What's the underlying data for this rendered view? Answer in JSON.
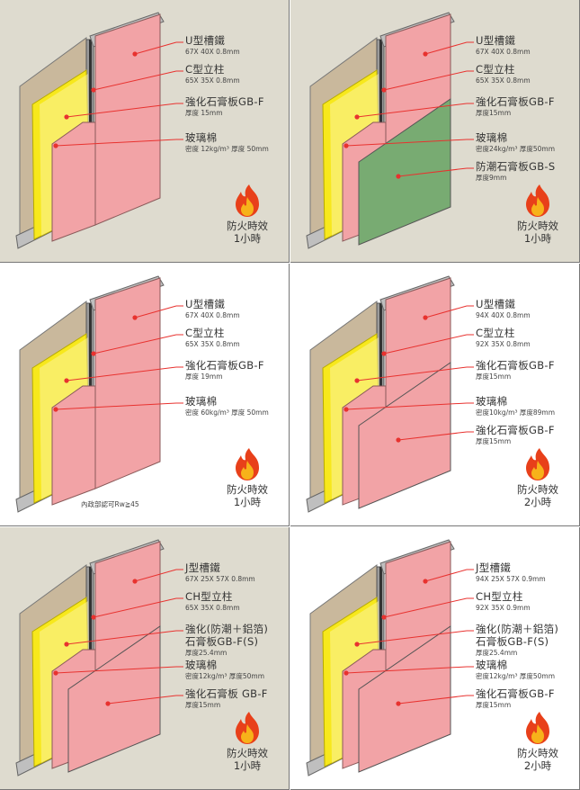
{
  "panels": [
    {
      "background": "beige",
      "facing_color": "#f2a3a6",
      "labels": [
        {
          "title": "U型槽鐵",
          "sub": "67X 40X 0.8mm"
        },
        {
          "title": "C型立柱",
          "sub": "65X 35X 0.8mm"
        },
        {
          "title": "強化石膏板GB-F",
          "sub": "厚度 15mm"
        },
        {
          "title": "玻璃棉",
          "sub": "密度 12kg/m³ 厚度 50mm"
        }
      ],
      "fire_rating": [
        "防火時效",
        "1小時"
      ]
    },
    {
      "background": "beige",
      "facing_color": "#78ab72",
      "labels": [
        {
          "title": "U型槽鐵",
          "sub": "67X 40X 0.8mm"
        },
        {
          "title": "C型立柱",
          "sub": "65X 35X 0.8mm"
        },
        {
          "title": "強化石膏板GB-F",
          "sub": "厚度15mm"
        },
        {
          "title": "玻璃棉",
          "sub": "密度24kg/m³ 厚度50mm"
        },
        {
          "title": "防潮石膏板GB-S",
          "sub": "厚度9mm"
        }
      ],
      "fire_rating": [
        "防火時效",
        "1小時"
      ]
    },
    {
      "background": "white",
      "facing_color": "#f2a3a6",
      "labels": [
        {
          "title": "U型槽鐵",
          "sub": "67X 40X 0.8mm"
        },
        {
          "title": "C型立柱",
          "sub": "65X 35X 0.8mm"
        },
        {
          "title": "強化石膏板GB-F",
          "sub": "厚度 19mm"
        },
        {
          "title": "玻璃棉",
          "sub": "密度 60kg/m³ 厚度 50mm"
        }
      ],
      "note": "內政部認可Rw≧45",
      "fire_rating": [
        "防火時效",
        "1小時"
      ]
    },
    {
      "background": "white",
      "facing_color": "#f2a3a6",
      "labels": [
        {
          "title": "U型槽鐵",
          "sub": "94X 40X 0.8mm"
        },
        {
          "title": "C型立柱",
          "sub": "92X 35X 0.8mm"
        },
        {
          "title": "強化石膏板GB-F",
          "sub": "厚度15mm"
        },
        {
          "title": "玻璃棉",
          "sub": "密度10kg/m³ 厚度89mm"
        },
        {
          "title": "強化石膏板GB-F",
          "sub": "厚度15mm"
        }
      ],
      "fire_rating": [
        "防火時效",
        "2小時"
      ]
    },
    {
      "background": "beige",
      "facing_color": "#f2a3a6",
      "labels": [
        {
          "title": "J型槽鐵",
          "sub": "67X 25X 57X 0.8mm"
        },
        {
          "title": "CH型立柱",
          "sub": "65X 35X 0.8mm"
        },
        {
          "title": "強化(防潮＋鋁箔)",
          "title2": "石膏板GB-F(S)",
          "sub": "厚度25.4mm"
        },
        {
          "title": "玻璃棉",
          "sub": "密度12kg/m³ 厚度50mm"
        },
        {
          "title": "強化石膏板 GB-F",
          "sub": "厚度15mm"
        }
      ],
      "fire_rating": [
        "防火時效",
        "1小時"
      ]
    },
    {
      "background": "white",
      "facing_color": "#f2a3a6",
      "labels": [
        {
          "title": "J型槽鐵",
          "sub": "94X 25X 57X 0.9mm"
        },
        {
          "title": "CH型立柱",
          "sub": "92X 35X 0.9mm"
        },
        {
          "title": "強化(防潮＋鋁箔)",
          "title2": "石膏板GB-F(S)",
          "sub": "厚度25.4mm"
        },
        {
          "title": "玻璃棉",
          "sub": "密度12kg/m³ 厚度50mm"
        },
        {
          "title": "強化石膏板GB-F",
          "sub": "厚度15mm"
        }
      ],
      "fire_rating": [
        "防火時效",
        "2小時"
      ]
    }
  ],
  "colors": {
    "gypsum_pink": "#f2a3a6",
    "moisture_green": "#78ab72",
    "glass_wool": "#f7e81c",
    "back_board": "#c9b89c",
    "steel": "#bfbfbf",
    "marker_red": "#e8322f",
    "beige_bg": "#dedbcf"
  }
}
